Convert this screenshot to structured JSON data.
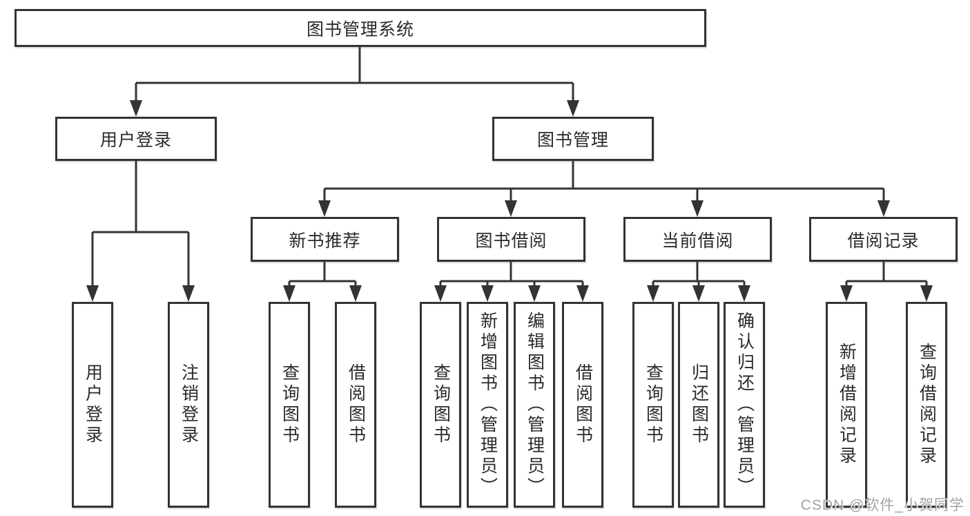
{
  "colors": {
    "background": "#ffffff",
    "line": "#333333",
    "text": "#2a2a2a",
    "watermark": "#9ca3a8"
  },
  "tree": {
    "label": "图书管理系统",
    "children": [
      {
        "label": "用户登录",
        "children": [
          {
            "label": "用户登录"
          },
          {
            "label": "注销登录"
          }
        ]
      },
      {
        "label": "图书管理",
        "children": [
          {
            "label": "新书推荐",
            "children": [
              {
                "label": "查询图书"
              },
              {
                "label": "借阅图书"
              }
            ]
          },
          {
            "label": "图书借阅",
            "children": [
              {
                "label": "查询图书"
              },
              {
                "label": "新增图书（管理员）"
              },
              {
                "label": "编辑图书（管理员）"
              },
              {
                "label": "借阅图书"
              }
            ]
          },
          {
            "label": "当前借阅",
            "children": [
              {
                "label": "查询图书"
              },
              {
                "label": "归还图书"
              },
              {
                "label": "确认归还（管理员）"
              }
            ]
          },
          {
            "label": "借阅记录",
            "children": [
              {
                "label": "新增借阅记录"
              },
              {
                "label": "查询借阅记录"
              }
            ]
          }
        ]
      }
    ]
  },
  "watermark": {
    "text": "CSDN @软件_小贺同学"
  }
}
